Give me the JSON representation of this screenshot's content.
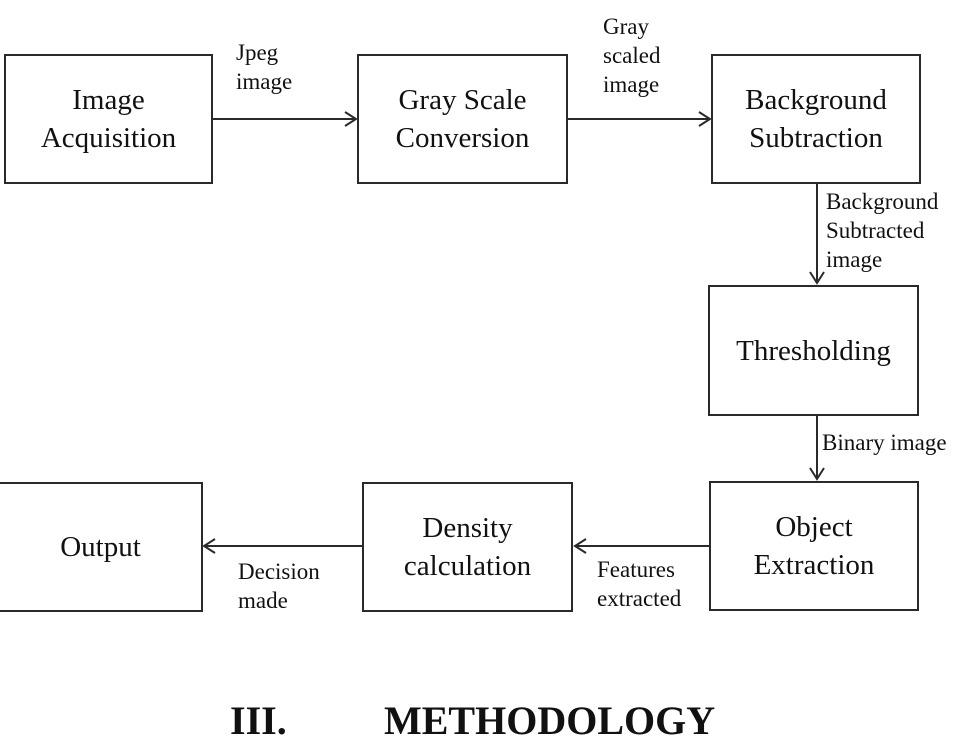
{
  "nodes": {
    "image_acquisition": "Image\nAcquisition",
    "gray_scale_conversion": "Gray Scale\nConversion",
    "background_subtraction": "Background\nSubtraction",
    "thresholding": "Thresholding",
    "object_extraction": "Object\nExtraction",
    "density_calculation": "Density\ncalculation",
    "output": "Output"
  },
  "edges": {
    "jpeg_image": "Jpeg\nimage",
    "gray_scaled_image": "Gray\nscaled\nimage",
    "background_subtracted_image": "Background\nSubtracted\n image",
    "binary_image": "Binary image",
    "features_extracted": "Features\nextracted",
    "decision_made": "Decision\nmade"
  },
  "heading": {
    "number": "III.",
    "title": "METHODOLOGY"
  },
  "colors": {
    "line": "#2a2a2a",
    "text": "#111111",
    "background": "#ffffff"
  }
}
